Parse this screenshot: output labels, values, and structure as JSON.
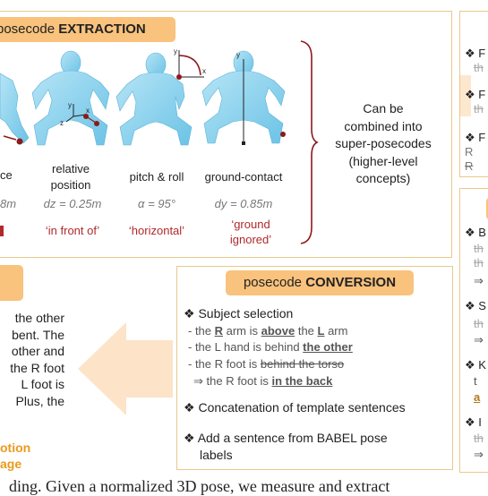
{
  "extraction": {
    "title_prefix": "posecode ",
    "title_bold": "EXTRACTION",
    "columns": [
      {
        "label": "ce",
        "value": "8m",
        "category": ""
      },
      {
        "label": "relative\nposition",
        "value": "dz = 0.25m",
        "category": "‘in front of’"
      },
      {
        "label": "pitch & roll",
        "value": "α = 95°",
        "category": "‘horizontal’"
      },
      {
        "label": "ground-contact",
        "value": "dy = 0.85m",
        "category": "‘ground\nignored’"
      }
    ],
    "axis_labels": {
      "y": "y",
      "x": "x",
      "z": "z"
    },
    "combine_text": [
      "Can be",
      "combined into",
      "super-posecodes",
      "(higher-level",
      "concepts)"
    ]
  },
  "conversion": {
    "title_prefix": "posecode ",
    "title_bold": "CONVERSION",
    "bullet": "❖",
    "subject_selection": "Subject selection",
    "lines": {
      "l1_a": "- the ",
      "l1_b": "R",
      "l1_c": " arm is ",
      "l1_d": "above",
      "l1_e": " the ",
      "l1_f": "L",
      "l1_g": " arm",
      "l2_a": "- the L hand is behind ",
      "l2_b": "the other",
      "l3_a": "- the R foot is ",
      "l3_b": "behind the torso",
      "l4_a": "⇒ the R foot is ",
      "l4_b": "in the back"
    },
    "concat": "Concatenation of template sentences",
    "babel": [
      "Add a sentence from BABEL pose",
      "labels"
    ]
  },
  "left_text": {
    "lines": [
      "the other",
      "bent. The",
      "other and",
      "the R foot",
      "L foot is",
      "Plus, the"
    ],
    "orange": [
      "otion",
      "age"
    ]
  },
  "right_panel": {
    "items": [
      "F",
      "F",
      "F",
      "B",
      "S",
      "K",
      "I"
    ],
    "sub": [
      "R",
      "R"
    ],
    "arrows": [
      "⇒",
      "⇒"
    ],
    "small": "a"
  },
  "bottom_text": "ding. Given a normalized 3D pose, we measure and extract",
  "colors": {
    "tag": "#f9c27d",
    "border": "#e8c98a",
    "body": "#8fd3ee",
    "dark_red": "#8b1a1a",
    "category": "#b0292b",
    "arrow_fill": "#fde3c8"
  }
}
